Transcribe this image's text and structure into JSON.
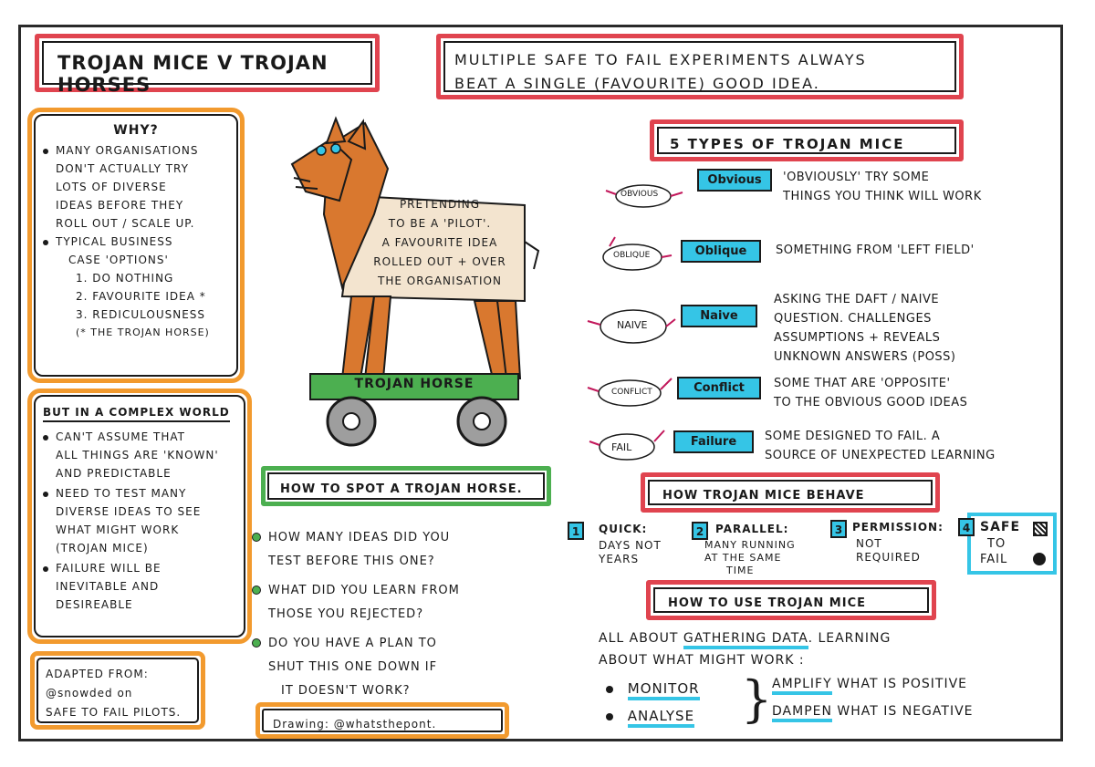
{
  "title": "Trojan Mice v Trojan Horses",
  "headline": [
    "Multiple safe to fail experiments always",
    "beat a single (favourite) good idea."
  ],
  "why": {
    "heading": "Why?",
    "bullet1": [
      "Many organisations",
      "don't actually try",
      "lots of diverse",
      "ideas before they",
      "roll out / scale up."
    ],
    "bullet2": [
      "Typical business",
      "case 'options'"
    ],
    "options": [
      "1. Do nothing",
      "2. Favourite idea *",
      "3. Rediculousness"
    ],
    "footnote": "(* the Trojan horse)"
  },
  "complex": {
    "heading": "But in a complex world",
    "bullet1": [
      "Can't assume that",
      "all things are 'known'",
      "and predictable"
    ],
    "bullet2": [
      "Need to test many",
      "diverse ideas to see",
      "what might work",
      "(Trojan mice)"
    ],
    "bullet3": [
      "Failure will be",
      "inevitable and",
      "desireable"
    ]
  },
  "credit": [
    "Adapted from:",
    "@snowded on",
    "safe to fail pilots."
  ],
  "horse": {
    "speech": [
      "Pretending",
      "to be a 'pilot'.",
      "A favourite idea",
      "rolled out + over",
      "the organisation"
    ],
    "base_label": "Trojan Horse"
  },
  "spot": {
    "heading": "How to spot a Trojan horse.",
    "q1": [
      "How many ideas did you",
      "test before this one?"
    ],
    "q2": [
      "What did you learn from",
      "those you rejected?"
    ],
    "q3": [
      "Do you have a plan to",
      "shut this one down if",
      "it doesn't work?"
    ]
  },
  "drawing_credit": "Drawing: @whatsthepont.",
  "types": {
    "heading": "5 types of Trojan mice",
    "items": [
      {
        "mouse": "Obvious",
        "tag": "Obvious",
        "desc": [
          "'Obviously' try some",
          "things you think will work"
        ]
      },
      {
        "mouse": "Oblique",
        "tag": "Oblique",
        "desc": [
          "Something from 'left field'"
        ]
      },
      {
        "mouse": "Naive",
        "tag": "Naive",
        "desc": [
          "Asking the daft / naive",
          "question. Challenges",
          "assumptions + reveals",
          "unknown answers (poss)"
        ]
      },
      {
        "mouse": "Conflict",
        "tag": "Conflict",
        "desc": [
          "Some that are 'opposite'",
          "to the obvious good ideas"
        ]
      },
      {
        "mouse": "Fail",
        "tag": "Failure",
        "desc": [
          "Some designed to fail. A",
          "source of unexpected learning"
        ]
      }
    ]
  },
  "behave": {
    "heading": "How Trojan mice behave",
    "items": [
      {
        "num": "1",
        "title": "Quick:",
        "sub": [
          "Days not",
          "years"
        ]
      },
      {
        "num": "2",
        "title": "Parallel:",
        "sub": [
          "Many running",
          "at the same",
          "time"
        ]
      },
      {
        "num": "3",
        "title": "Permission:",
        "sub": [
          "Not",
          "required"
        ]
      },
      {
        "num": "4",
        "title": "Safe",
        "sub": [
          "to",
          "fail"
        ]
      }
    ]
  },
  "use": {
    "heading": "How to use Trojan mice",
    "line1a": "All about",
    "line1b": "gathering data",
    "line1c": ". Learning",
    "line2": "about what might work :",
    "monitor": "Monitor",
    "analyse": "Analyse",
    "amplify": "Amplify",
    "amplify_rest": "what is positive",
    "dampen": "Dampen",
    "dampen_rest": "what is negative"
  },
  "colors": {
    "red": "#e0444f",
    "orange": "#f29a2e",
    "green": "#4caf50",
    "cyan": "#35c5e6",
    "horse": "#d9782f"
  }
}
